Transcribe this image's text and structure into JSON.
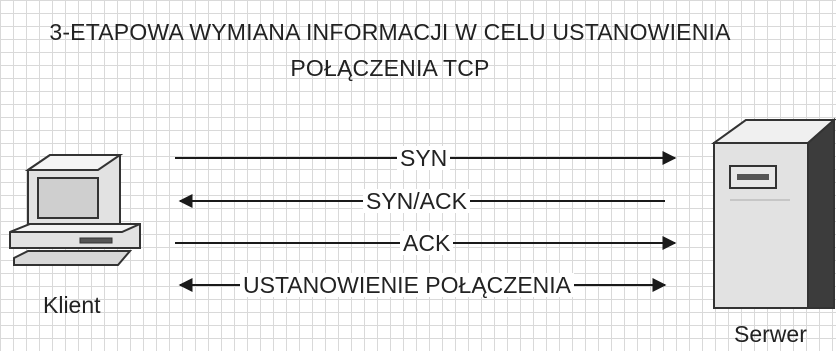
{
  "title": {
    "line1": "3-ETAPOWA WYMIANA INFORMACJI W CELU USTANOWIENIA",
    "line2": "POŁĄCZENIA TCP"
  },
  "client": {
    "label": "Klient"
  },
  "server": {
    "label": "Serwer"
  },
  "arrows": [
    {
      "label": "SYN",
      "direction": "right"
    },
    {
      "label": "SYN/ACK",
      "direction": "left"
    },
    {
      "label": "ACK",
      "direction": "right"
    },
    {
      "label": "USTANOWIENIE POŁĄCZENIA",
      "direction": "both"
    }
  ],
  "colors": {
    "grid": "#d9d9d9",
    "line": "#1a1a1a",
    "device_fill": "#e0e0e0",
    "device_dark": "#555555"
  }
}
